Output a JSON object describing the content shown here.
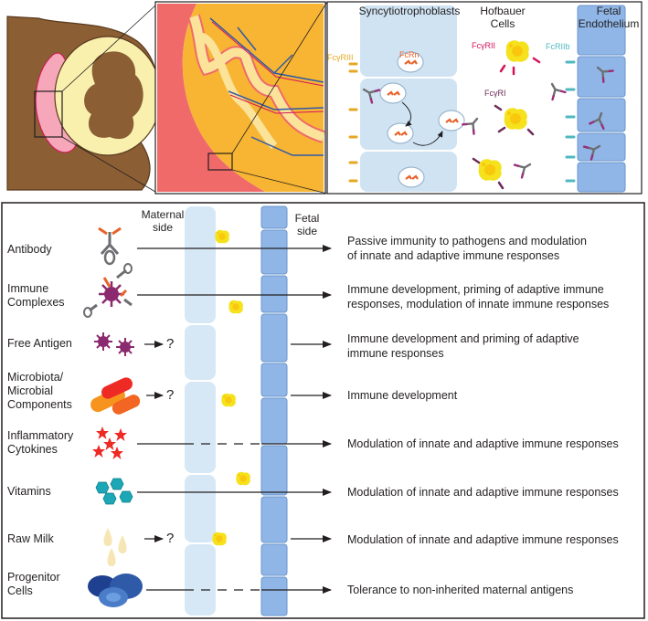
{
  "top": {
    "headers": {
      "syncytio": "Syncytiotrophoblasts",
      "hofbauer": "Hofbauer\nCells",
      "fetal_endo": "Fetal\nEndothelium"
    },
    "receptors": {
      "fcgr3": "FcγRIII",
      "fcrn": "FcRn",
      "fcgr2": "FcγRII",
      "fcgr1": "FcγRI",
      "fcr2b": "FcRIIb"
    },
    "colors": {
      "fcgr3": "#e5a823",
      "fcrn": "#e8622a",
      "fcgr2": "#d4145a",
      "fcgr1": "#6b2b58",
      "fcr2b": "#4fb8c0"
    }
  },
  "bottom": {
    "maternal_side": "Maternal\nside",
    "fetal_side": "Fetal\nside",
    "rows": [
      {
        "label": "Antibody",
        "icon": "antibody-icon",
        "description": "Passive immunity to pathogens and modulation\n of innate and adaptive immune responses",
        "transfer": "full"
      },
      {
        "label": "Immune\nComplexes",
        "icon": "immune-complex-icon",
        "description": "Immune development, priming of adaptive immune\nresponses, modulation of innate immune responses",
        "transfer": "full"
      },
      {
        "label": "Free Antigen",
        "icon": "antigen-icon",
        "description": "Immune development and priming of adaptive\nimmune responses",
        "transfer": "unknown"
      },
      {
        "label": "Microbiota/\nMicrobial\nComponents",
        "icon": "bacteria-icon",
        "description": "Immune development",
        "transfer": "unknown"
      },
      {
        "label": "Inflammatory\nCytokines",
        "icon": "cytokine-icon",
        "description": "Modulation of innate and adaptive immune responses",
        "transfer": "dashed"
      },
      {
        "label": "Vitamins",
        "icon": "vitamin-icon",
        "description": "Modulation of innate and adaptive immune responses",
        "transfer": "full"
      },
      {
        "label": "Raw Milk",
        "icon": "milk-drop-icon",
        "description": "Modulation of innate and adaptive immune responses",
        "transfer": "unknown"
      },
      {
        "label": "Progenitor\nCells",
        "icon": "progenitor-cell-icon",
        "description": "Tolerance to non-inherited maternal antigens",
        "transfer": "dashed"
      }
    ],
    "question_mark": "?"
  }
}
